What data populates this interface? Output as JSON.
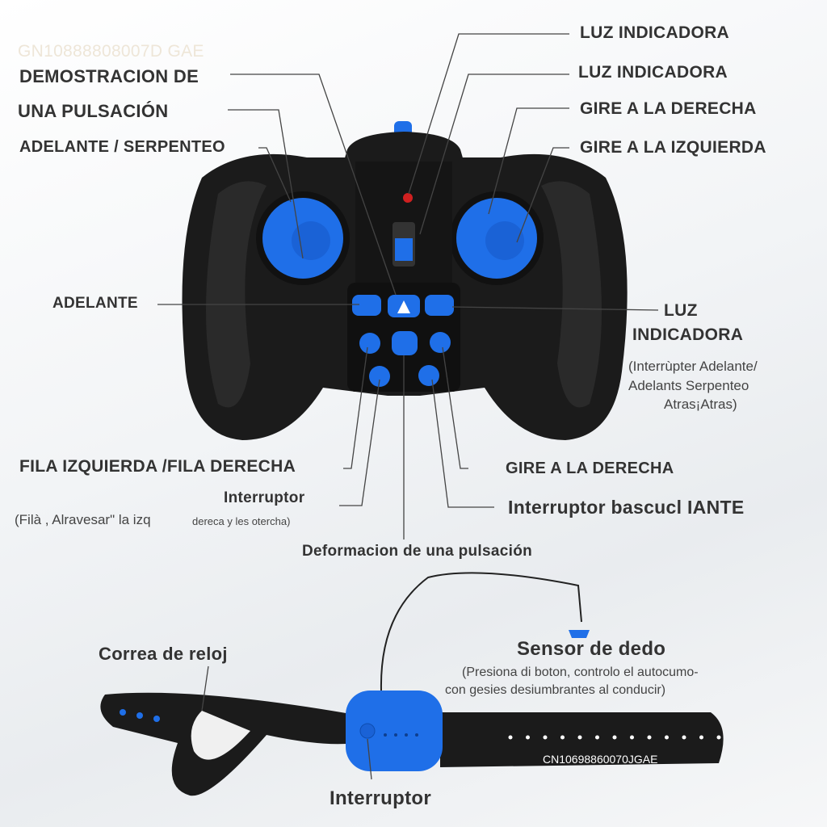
{
  "watermark": "GN10888808007D GAE",
  "controller_labels": {
    "demo_line1": "DEMOSTRACION DE",
    "demo_line2": "UNA PULSACIÓN",
    "forward_snake": "ADELANTE / SERPENTEO",
    "indicator_1": "LUZ INDICADORA",
    "indicator_2": "LUZ INDICADORA",
    "turn_right_top": "GIRE A LA DERECHA",
    "turn_left_top": "GIRE A LA IZQUIERDA",
    "forward": "ADELANTE",
    "indicator_3_line1": "LUZ",
    "indicator_3_line2": "INDICADORA",
    "indicator_3_note_line1": "(Interrùpter Adelante/",
    "indicator_3_note_line2": "Adelants Serpenteo",
    "indicator_3_note_line3": "Atras¡Atras)",
    "row_left_right": "FILA IZQUIERDA /FILA DERECHA",
    "switch": "Interruptor",
    "switch_note_a": "(Filà , Alravesar\" la izq",
    "switch_note_b": "dereca y les otercha)",
    "turn_right_bottom": "GIRE A LA DERECHA",
    "toggle_switch": "Interruptor bascucl IANTE",
    "deformation": "Deformacion de una pulsación"
  },
  "watch_labels": {
    "strap": "Correa de reloj",
    "finger_sensor": "Sensor de dedo",
    "finger_sensor_note_line1": "(Presiona di boton, controlo el autocumo-",
    "finger_sensor_note_line2": "con gesies desiumbrantes al conducir)",
    "strap_code": "CN10698860070JGAE",
    "switch": "Interruptor"
  },
  "colors": {
    "accent_blue": "#1f6fe8",
    "body_black": "#1b1b1b",
    "text": "#333333"
  }
}
